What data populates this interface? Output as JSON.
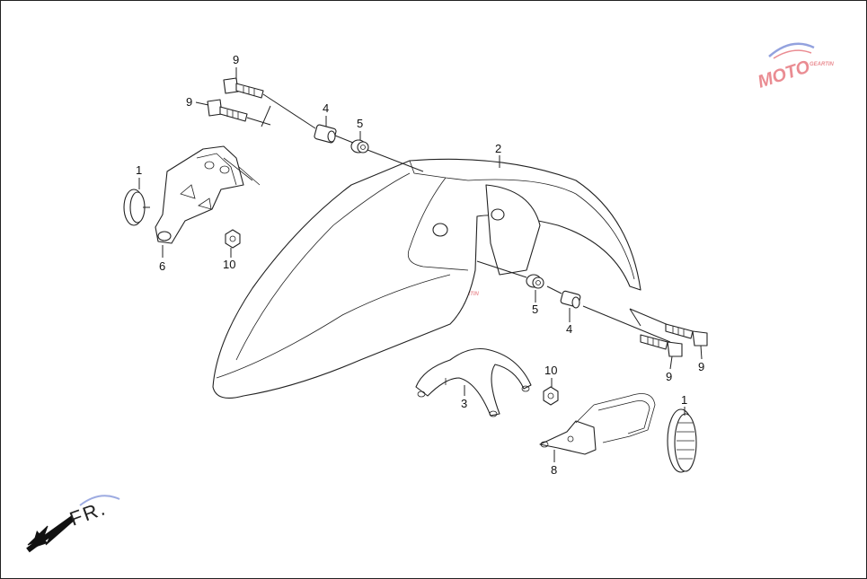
{
  "callouts": {
    "c1a": "1",
    "c1b": "1",
    "c2": "2",
    "c3": "3",
    "c4a": "4",
    "c4b": "4",
    "c5a": "5",
    "c5b": "5",
    "c6": "6",
    "c8": "8",
    "c9a": "9",
    "c9b": "9",
    "c9c": "9",
    "c9d": "9",
    "c10a": "10",
    "c10b": "10"
  },
  "direction_label": "FR.",
  "watermark": {
    "text": "MOTO",
    "sub": "GEARTIN",
    "colors": {
      "red": "#d9303a",
      "blue": "#3b57c4",
      "gray": "#9a9a9a"
    }
  }
}
